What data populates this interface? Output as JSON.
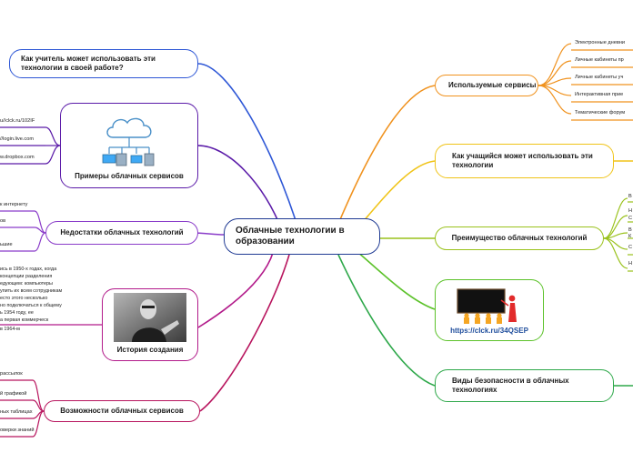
{
  "center": {
    "title": "Облачные технологии в образовании"
  },
  "branches": {
    "teacher": {
      "label": "Как учитель может использовать эти технологии в своей работе?",
      "color": "#2e57d6"
    },
    "examples": {
      "label": "Примеры облачных сервисов",
      "color": "#5a1aa8",
      "items": [
        "u//clck.ru/102IF",
        "//login.live.com",
        "w.dropbox.com"
      ]
    },
    "disadvantages": {
      "label": "Недостатки облачных технологий",
      "color": "#8a3cc9",
      "items": [
        "к интернету",
        "ов",
        "ьшие"
      ]
    },
    "history": {
      "label": "История создания",
      "color": "#b21a8a",
      "text": [
        "ись в 1950-х годах, когда",
        "концепции разделения",
        "едующем: компьютеры",
        "упить их всем сотрудникам",
        "есто этого несколько",
        "но подключаться к общему",
        "ь 1954 году, ее",
        "а первая коммерческ",
        "в 1964-м"
      ]
    },
    "capabilities": {
      "label": "Возможности облачных сервисов",
      "color": "#b8155e",
      "items": [
        "рассылок",
        "й графикой",
        "ных таблицах",
        "оверки знаний"
      ]
    },
    "services": {
      "label": "Используемые сервисы",
      "color": "#f0921e",
      "items": [
        "Электронные дневни",
        "Личные кабинеты пр",
        "Личные кабинеты уч",
        "Интерактивная прие",
        "Тематические форум"
      ]
    },
    "student": {
      "label": "Как учащийся может использовать эти технологии",
      "color": "#f0c419"
    },
    "advantages": {
      "label": "Преимущество облачных технологий",
      "color": "#9ac21c",
      "items": [
        "В",
        "Н",
        "С",
        "В",
        "К",
        "С",
        "Н"
      ]
    },
    "link": {
      "label": "https://clck.ru/34QSEP",
      "color": "#5cc22a"
    },
    "security": {
      "label": "Виды безопасности в облачных технологиях",
      "color": "#2ea84a"
    }
  }
}
